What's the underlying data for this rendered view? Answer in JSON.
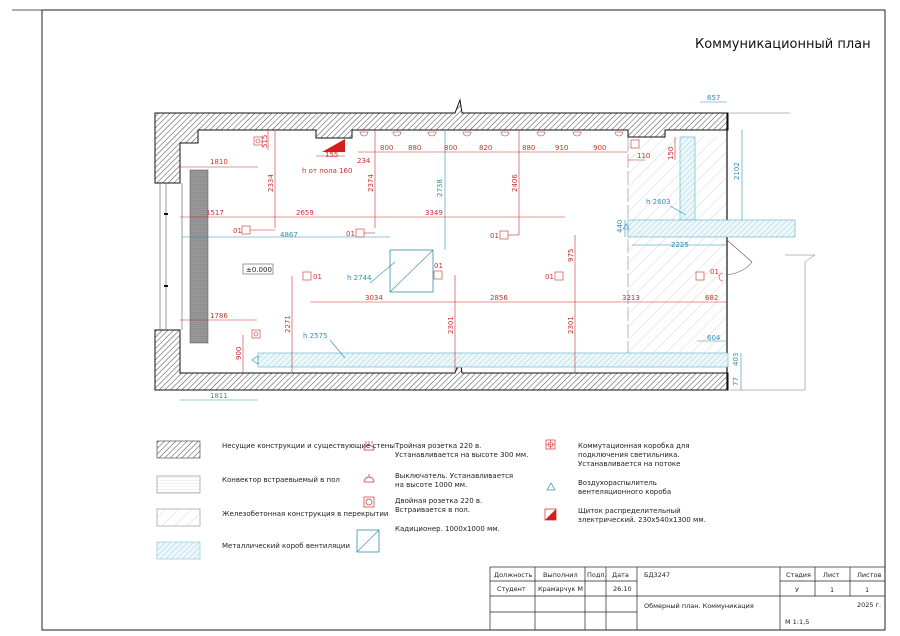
{
  "sheet": {
    "title": "Коммуникационный план"
  },
  "plan": {
    "level_mark": "±0.000",
    "panel_note": "h от пола 160",
    "outlet_tags": [
      "01",
      "01",
      "01",
      "01",
      "01",
      "01",
      "01"
    ],
    "red_dims": {
      "d1810": "1810",
      "d515": "515",
      "d2334": "2334",
      "d155": "155",
      "d234": "234",
      "d2374": "2374",
      "top_spacing": [
        "800",
        "880",
        "800",
        "820",
        "880",
        "910",
        "900"
      ],
      "d110": "110",
      "d150": "150",
      "d2406": "2406",
      "d1517": "1517",
      "d2659": "2659",
      "d3349": "3349",
      "d3034": "3034",
      "d2856": "2856",
      "d3213": "3213",
      "d682": "682",
      "d975": "975",
      "d1786": "1786",
      "d2271": "2271",
      "d2301a": "2301",
      "d2301b": "2301",
      "d900": "900"
    },
    "cyan_dims": {
      "d4867": "4867",
      "d2738": "2738",
      "h2744": "h 2744",
      "h2575": "h 2575",
      "d657": "657",
      "d2102": "2102",
      "h2603": "h 2603",
      "d440": "440",
      "d2225": "2225",
      "d604": "604",
      "d403": "403",
      "d77": "77",
      "d1811": "1811"
    }
  },
  "legend": {
    "bearing_walls": "Несущие конструкции и существующие стены",
    "convector": "Конвектор встраевыемый в пол",
    "concrete": "Железобетонная конструкция в перекрытии",
    "vent_duct": "Металлический короб вентиляции",
    "triple_socket": [
      "Тройная розетка 220 в.",
      "Устанавливается на высоте 300 мм."
    ],
    "switch": [
      "Выключатель. Устанавливается",
      "на высоте 1000 мм."
    ],
    "double_socket": [
      "Двойная розетка 220 в.",
      "Встраивается в пол."
    ],
    "ac": "Кадиционер. 1000x1000 мм.",
    "junction_box": [
      "Коммутационная коробка для",
      "подключения светильника.",
      "Устанавливается на потоке"
    ],
    "air_diffuser": [
      "Воздухораспылитель",
      "вентеляционного короба"
    ],
    "panel": [
      "Щиток распределительный",
      "электрический. 230x540x1300 мм."
    ],
    "colors": {
      "red": "#c8302e",
      "cyan": "#2f8fb0"
    }
  },
  "title_block": {
    "headers": [
      "Должность",
      "Выполнил",
      "Подп.",
      "Дата"
    ],
    "row1": [
      "Студент",
      "Крамарчук М",
      "",
      "26.10"
    ],
    "code": "БД3247",
    "stage_headers": [
      "Стадия",
      "Лист",
      "Листов"
    ],
    "stage_values": [
      "У",
      "1",
      "1"
    ],
    "description": "Обмерный план. Коммуникация",
    "year": "2025 г.",
    "scale": "М 1:1,5"
  }
}
